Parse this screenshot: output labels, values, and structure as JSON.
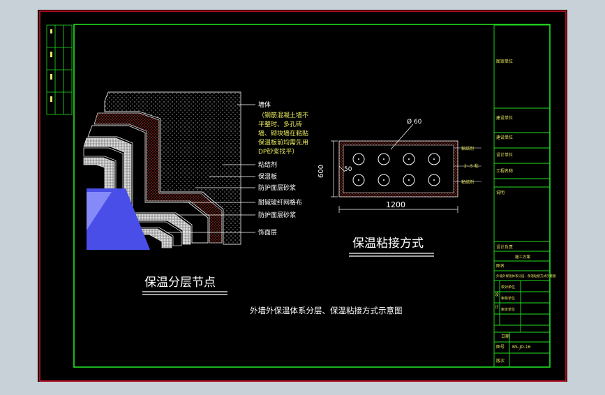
{
  "colors": {
    "background": "#000000",
    "outer_frame": "#e0102a",
    "border": "#22e022",
    "text_main": "#ffffff",
    "text_label": "#e8e860",
    "hatch": "#c0392b",
    "blue_fill": "#4a4ee8"
  },
  "left_detail": {
    "title": "保温分层节点",
    "labels": [
      "墙体",
      "（钢筋混凝土墙不",
      "平整时、多孔砖",
      "墙、砌块墙在粘贴",
      "保温板前均需先用",
      "DP砂浆找平）",
      "粘结剂",
      "保温板",
      "防护面层砂浆",
      "耐碱玻纤网格布",
      "防护面层砂浆",
      "饰面层"
    ]
  },
  "right_detail": {
    "title": "保温粘接方式",
    "dim_diameter": "Ø 60",
    "dim_height": "600",
    "dim_spacing": "50",
    "dim_width": "1200",
    "side_labels": [
      "粘结剂",
      "2~5 粘",
      "粘结剂"
    ]
  },
  "caption": "外墙外保温体系分层、保温粘接方式示意图",
  "title_block": {
    "rows": [
      "图审单位",
      "建设单位",
      "建设单位",
      "设计单位",
      "工程名称",
      "说明",
      "设计负责",
      "施工方案",
      "图名",
      "外墙外保温体系分层、保温粘接方式示意图",
      "设",
      "计",
      "校对单位",
      "审核单位",
      "审定单位",
      "日期",
      "图号",
      "BS-JD-16",
      "版次"
    ]
  }
}
